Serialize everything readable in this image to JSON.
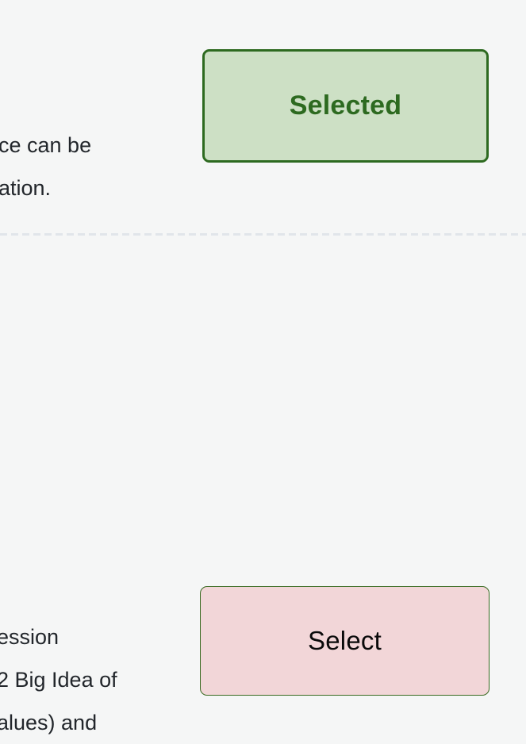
{
  "theme": {
    "page_background": "#f5f6f6",
    "text_color": "#22262b",
    "selected_fill": "#cde0c5",
    "selected_border": "#2d6a20",
    "selected_text": "#2d6a20",
    "select_fill": "#f2d6d8",
    "select_border": "#3a6b22",
    "select_text": "#0a0a0a",
    "divider_color": "#e1e5ea"
  },
  "rows": [
    {
      "id": "row-selected",
      "description_lines": [
        "ce can be",
        "ation."
      ],
      "button": {
        "label": "Selected",
        "state": "selected"
      }
    },
    {
      "id": "row-select",
      "description_lines": [
        "ession",
        "2 Big Idea of",
        "alues) and"
      ],
      "button": {
        "label": "Select",
        "state": "unselected"
      }
    }
  ]
}
